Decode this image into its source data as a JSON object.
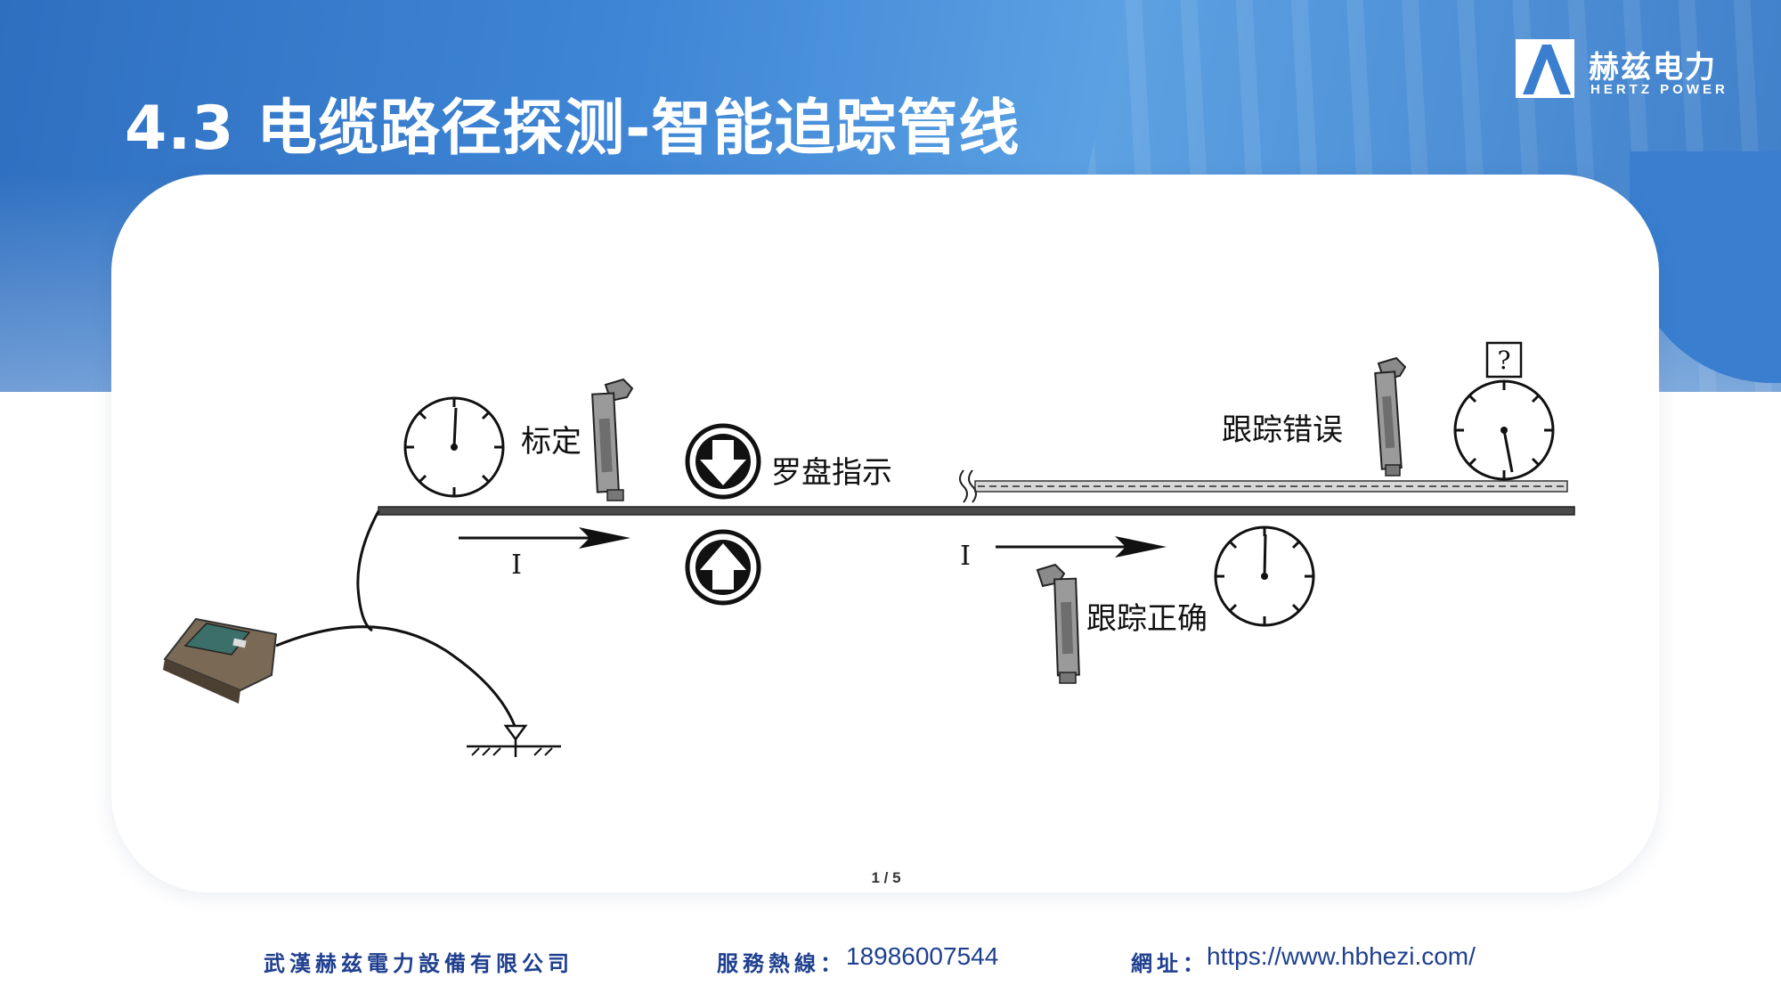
{
  "header": {
    "title": "4.3 电缆路径探测-智能追踪管线"
  },
  "logo": {
    "cn": "赫兹电力",
    "en": "HERTZ POWER"
  },
  "diagram": {
    "calibrate_label": "标定",
    "compass_label": "罗盘指示",
    "error_label": "跟踪错误",
    "correct_label": "跟踪正确",
    "current_label_1": "I",
    "current_label_2": "I",
    "question_mark": "?"
  },
  "pager": {
    "text": "1 / 5"
  },
  "footer": {
    "company": "武漢赫兹電力設備有限公司",
    "hotline_label": "服務熱線：",
    "hotline": "18986007544",
    "url_label": "網址：",
    "url": "https://www.hbhezi.com/"
  },
  "colors": {
    "brand_blue": "#3a7ed0",
    "footer_text": "#1f3f8f"
  }
}
